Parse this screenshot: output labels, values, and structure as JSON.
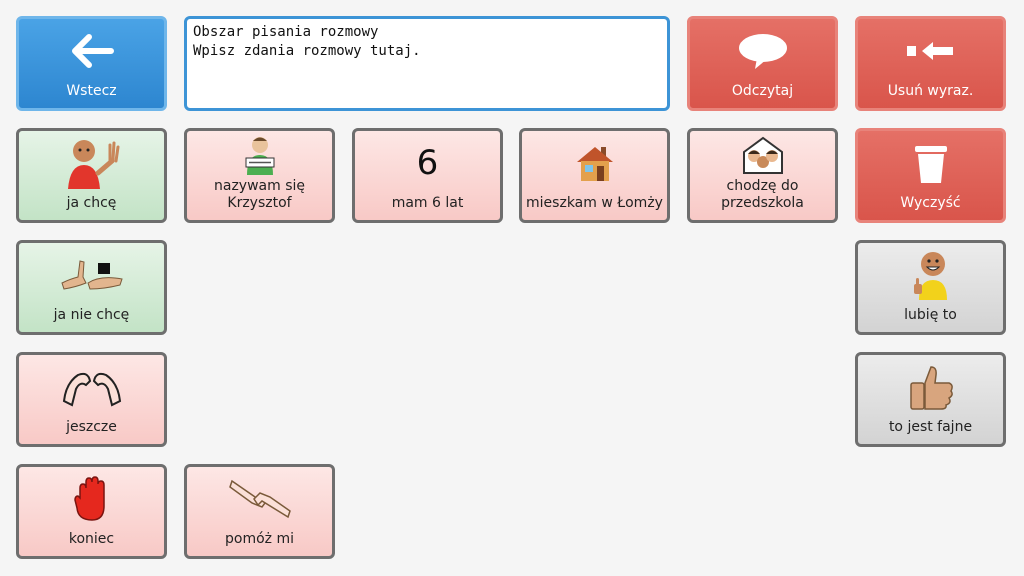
{
  "back": {
    "label": "Wstecz"
  },
  "message_area": {
    "title": "Obszar pisania rozmowy",
    "placeholder": "Wpisz zdania rozmowy tutaj."
  },
  "actions": {
    "read": "Odczytaj",
    "delete_word": "Usuń wyraz.",
    "clear": "Wyczyść"
  },
  "tiles": {
    "i_want": "ja chcę",
    "my_name": "nazywam się Krzysztof",
    "age_symbol": "6",
    "age": "mam 6 lat",
    "live": "mieszkam w Łomży",
    "preschool": "chodzę do przedszkola",
    "dont_want": "ja nie chcę",
    "like_it": "lubię to",
    "more": "jeszcze",
    "cool": "to jest fajne",
    "end": "koniec",
    "help_me": "pomóż mi"
  },
  "colors": {
    "action_red": "#d9554b",
    "back_blue": "#2d86d0",
    "pink": "#f8c9c6",
    "green": "#c3e3c6",
    "grey": "#d3d3d3"
  }
}
